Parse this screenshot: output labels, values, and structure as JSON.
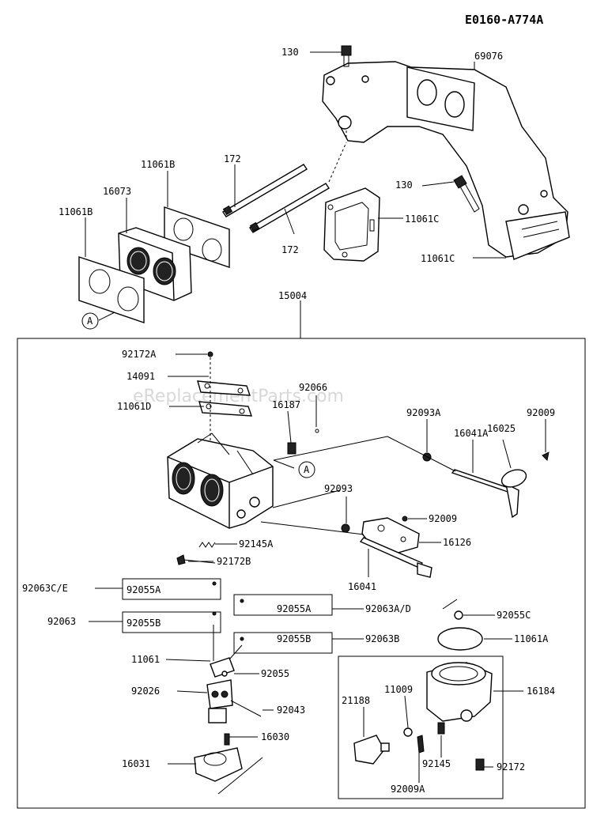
{
  "diagram_code": "E0160-A774A",
  "watermark": "eReplacementParts.com",
  "labels": {
    "p130a": "130",
    "p69076": "69076",
    "p11061B_1": "11061B",
    "p172a": "172",
    "p16073": "16073",
    "p11061B_2": "11061B",
    "p130b": "130",
    "p11061C_1": "11061C",
    "p172b": "172",
    "p11061C_2": "11061C",
    "pA_1": "A",
    "p15004": "15004",
    "p92172A": "92172A",
    "p14091": "14091",
    "p92066": "92066",
    "p11061D": "11061D",
    "p16187": "16187",
    "p92093A": "92093A",
    "p92009a": "92009",
    "p16041A": "16041A",
    "p16025": "16025",
    "pA_2": "A",
    "p92093": "92093",
    "p92009b": "92009",
    "p16126": "16126",
    "p92145A": "92145A",
    "p92172B": "92172B",
    "p16041": "16041",
    "p92063CE": "92063C/E",
    "p92055A_1": "92055A",
    "p92055A_2": "92055A",
    "p92063AD": "92063A/D",
    "p92063": "92063",
    "p92055B_1": "92055B",
    "p92055B_2": "92055B",
    "p92063B": "92063B",
    "p92055C": "92055C",
    "p11061A": "11061A",
    "p11061": "11061",
    "p92055": "92055",
    "p16184": "16184",
    "p92026": "92026",
    "p11009": "11009",
    "p21188": "21188",
    "p92043": "92043",
    "p16030": "16030",
    "p92145": "92145",
    "p16031": "16031",
    "p92172": "92172",
    "p92009A": "92009A"
  }
}
